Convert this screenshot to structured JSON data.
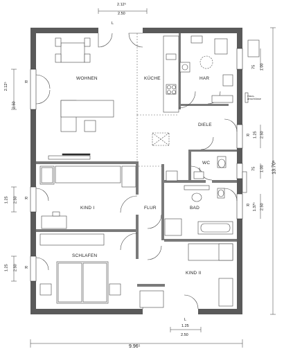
{
  "rooms": {
    "wohnen": "WOHNEN",
    "kueche": "KÜCHE",
    "har": "HAR",
    "diele": "DIELE",
    "wc": "WC",
    "flur": "FLUR",
    "bad": "BAD",
    "kind1": "KIND I",
    "kind2": "KIND II",
    "schlafen": "SCHLAFEN",
    "hausanschluss": "Haus-\nanschlüsse"
  },
  "dimensions": {
    "top_width_a": "2.12⁵",
    "top_width_b": "2.50",
    "bottom_width_a": "1.25",
    "bottom_width_b": "2.50",
    "total_width": "9.96⁵",
    "total_height": "13.70⁵",
    "left_wohnen_a": "2.12⁵",
    "left_wohnen_b": "2.50",
    "left_kind_a": "1.25",
    "left_kind_b": "2.50",
    "left_schlafen_a": "1.25",
    "left_schlafen_b": "2.50",
    "right_har_a": "75",
    "right_har_b": "1.00",
    "right_diele_a": "1.25",
    "right_diele_b": "2.50",
    "right_wc_a": "75",
    "right_wc_b": "1.00",
    "right_bad_a": "1.37⁵",
    "right_bad_b": "2.50"
  },
  "markers": {
    "left_window_1": "R",
    "left_window_2": "R",
    "left_window_3": "R",
    "right_window_bad": "R",
    "right_window_diele": "R",
    "top_marker": "L",
    "bottom_marker": "L"
  }
}
